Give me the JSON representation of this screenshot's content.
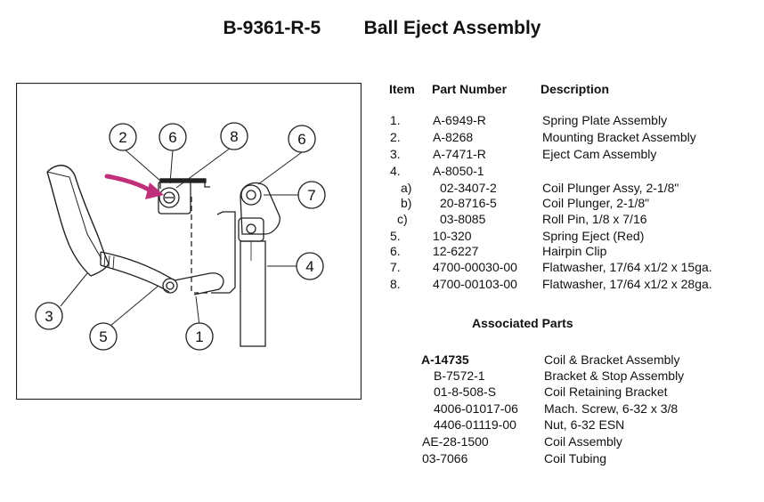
{
  "title": {
    "number": "B-9361-R-5",
    "name": "Ball Eject Assembly"
  },
  "table": {
    "headers": {
      "item": "Item",
      "part": "Part Number",
      "desc": "Description"
    },
    "rows": [
      {
        "item": "1.",
        "part": "A-6949-R",
        "desc": "Spring Plate Assembly"
      },
      {
        "item": "2.",
        "part": "A-8268",
        "desc": "Mounting Bracket Assembly"
      },
      {
        "item": "3.",
        "part": "A-7471-R",
        "desc": "Eject Cam Assembly"
      },
      {
        "item": "4.",
        "part": "A-8050-1",
        "desc": ""
      },
      {
        "item": "a)",
        "part": "02-3407-2",
        "desc": "Coil Plunger Assy, 2-1/8\""
      },
      {
        "item": "b)",
        "part": "20-8716-5",
        "desc": "Coil Plunger, 2-1/8\""
      },
      {
        "item": "c)",
        "part": "03-8085",
        "desc": "Roll Pin, 1/8 x 7/16"
      },
      {
        "item": "5.",
        "part": "10-320",
        "desc": "Spring Eject (Red)"
      },
      {
        "item": "6.",
        "part": "12-6227",
        "desc": "Hairpin Clip"
      },
      {
        "item": "7.",
        "part": "4700-00030-00",
        "desc": "Flatwasher, 17/64 x1/2 x 15ga."
      },
      {
        "item": "8.",
        "part": "4700-00103-00",
        "desc": "Flatwasher, 17/64 x1/2 x 28ga."
      }
    ]
  },
  "associated": {
    "title": "Associated Parts",
    "rows": [
      {
        "part": "A-14735",
        "desc": "Coil & Bracket Assembly"
      },
      {
        "part": "B-7572-1",
        "desc": "Bracket & Stop Assembly"
      },
      {
        "part": "01-8-508-S",
        "desc": "Coil Retaining Bracket"
      },
      {
        "part": "4006-01017-06",
        "desc": "Mach. Screw, 6-32 x 3/8"
      },
      {
        "part": "4406-01119-00",
        "desc": "Nut, 6-32 ESN"
      },
      {
        "part": "AE-28-1500",
        "desc": "Coil Assembly"
      },
      {
        "part": "03-7066",
        "desc": "Coil Tubing"
      }
    ]
  },
  "diagram": {
    "callouts": [
      "1",
      "2",
      "3",
      "4",
      "5",
      "6",
      "6",
      "7",
      "8"
    ],
    "arrow_color": "#c0307a"
  }
}
